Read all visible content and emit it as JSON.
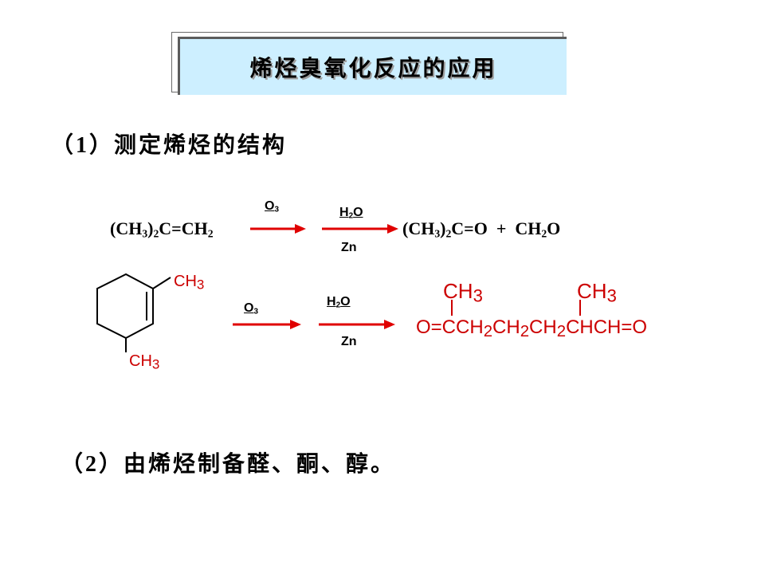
{
  "title": "烯烃臭氧化反应的应用",
  "section1": {
    "heading_open": "（",
    "heading_num": "1",
    "heading_close": "）测定烯烃的结构"
  },
  "reaction1": {
    "reactant_prefix": "(CH",
    "reactant_sub1": "3",
    "reactant_mid": ")",
    "reactant_sub2": "2",
    "reactant_suffix": "C=CH",
    "reactant_sub3": "2",
    "reagent1": "O",
    "reagent1_sub": "3",
    "reagent2": "H",
    "reagent2_sub": "2",
    "reagent2_suffix": "O",
    "reagent3": "Zn",
    "product_prefix": "(CH",
    "product_sub1": "3",
    "product_mid": ")",
    "product_sub2": "2",
    "product_suffix": "C=O  +  CH",
    "product_sub3": "2",
    "product_end": "O"
  },
  "reaction2": {
    "ring_sub_top": "CH",
    "ring_sub_top_n": "3",
    "ring_sub_bottom": "CH",
    "ring_sub_bottom_n": "3",
    "reagent1": "O",
    "reagent1_sub": "3",
    "reagent2": "H",
    "reagent2_sub": "2",
    "reagent2_suffix": "O",
    "reagent3": "Zn",
    "branch1": "CH",
    "branch1_n": "3",
    "branch2": "CH",
    "branch2_n": "3",
    "chain": {
      "p1": "O=CCH",
      "s1": "2",
      "p2": "CH",
      "s2": "2",
      "p3": "CH",
      "s3": "2",
      "p4": "CHCH=O"
    }
  },
  "section2": {
    "heading_open": "（",
    "heading_num": "2",
    "heading_close": "）由烯烃制备醛、酮、醇。"
  },
  "colors": {
    "title_bg": "#cdefff",
    "arrow": "#e00000",
    "product_red": "#cc0000"
  }
}
